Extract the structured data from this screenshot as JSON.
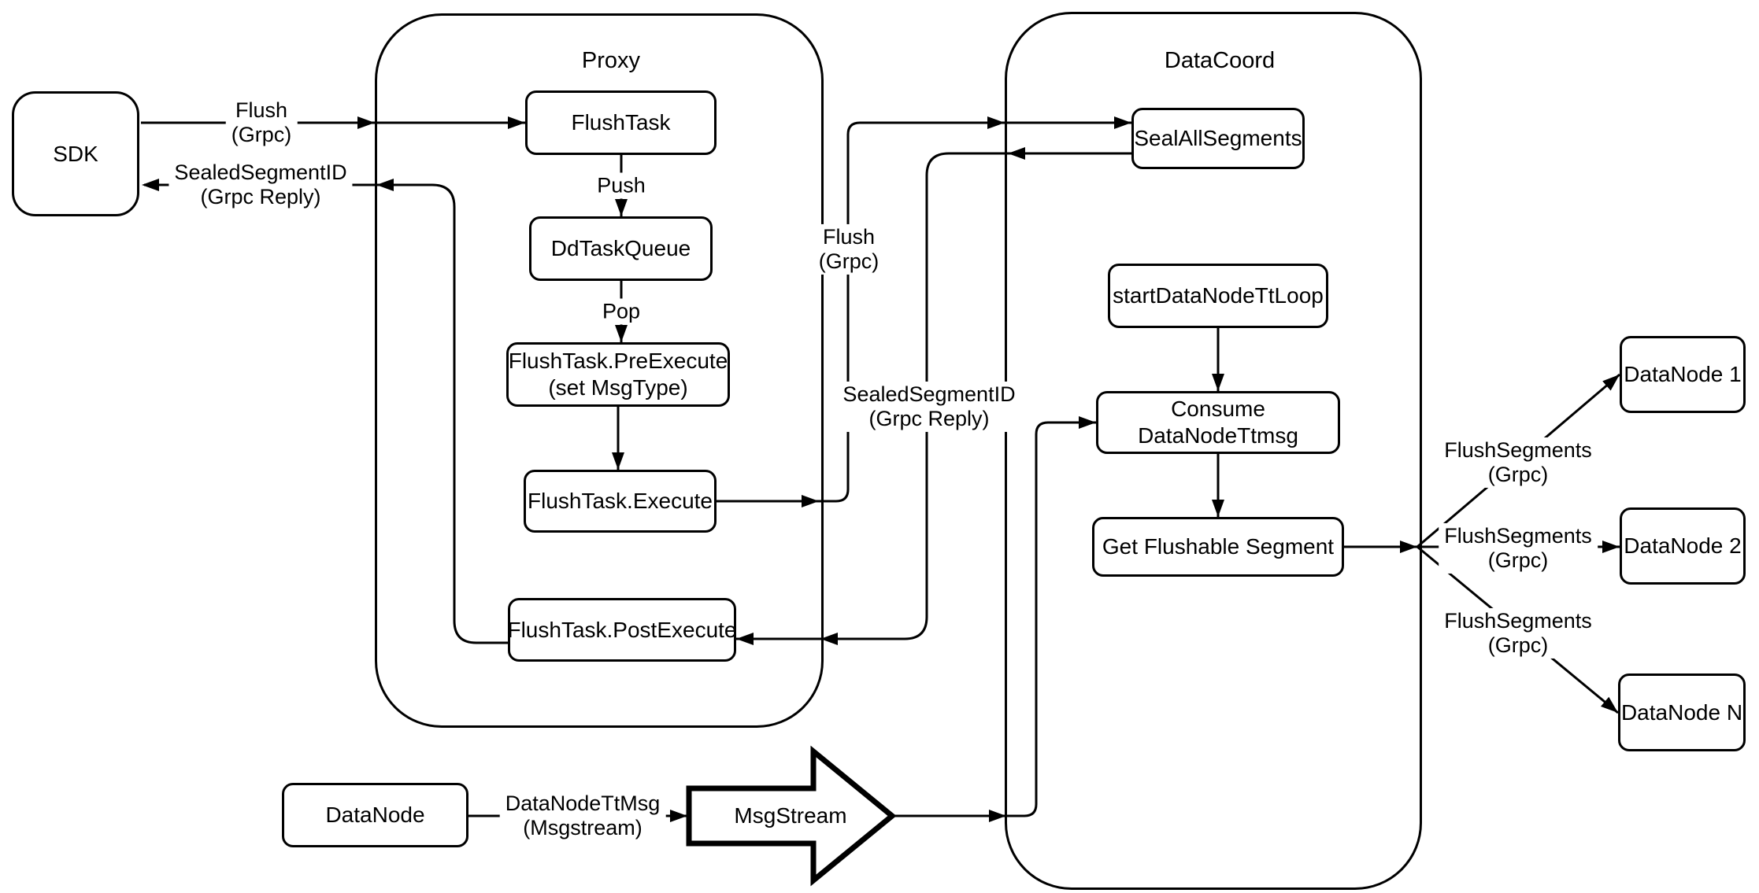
{
  "canvas": {
    "width": "2234",
    "height": "1135"
  },
  "colors": {
    "stroke": "#000000",
    "node_fill": "#ffffff",
    "text": "#000000",
    "background": "#ffffff"
  },
  "containers": {
    "proxy": {
      "title": "Proxy"
    },
    "datacoord": {
      "title": "DataCoord"
    }
  },
  "nodes": {
    "sdk": "SDK",
    "flush_task": "FlushTask",
    "dd_task_queue": "DdTaskQueue",
    "pre_execute": "FlushTask.PreExecute\n(set MsgType)",
    "execute": "FlushTask.Execute",
    "post_execute": "FlushTask.PostExecute",
    "seal_all_segments": "SealAllSegments",
    "start_data_node_tt_loop": "startDataNodeTtLoop",
    "consume_ttmsg": "Consume DataNodeTtmsg",
    "get_flushable": "Get Flushable Segment",
    "datanode_1": "DataNode 1",
    "datanode_2": "DataNode 2",
    "datanode_n": "DataNode N",
    "datanode": "DataNode",
    "msgstream": "MsgStream"
  },
  "edge_labels": {
    "flush_grpc_sdk": "Flush\n(Grpc)",
    "sealed_segment_sdk": "SealedSegmentID\n(Grpc Reply)",
    "push": "Push",
    "pop": "Pop",
    "flush_grpc_coord": "Flush\n(Grpc)",
    "sealed_segment_coord": "SealedSegmentID\n(Grpc Reply)",
    "flush_segments_1": "FlushSegments\n(Grpc)",
    "flush_segments_2": "FlushSegments\n(Grpc)",
    "flush_segments_3": "FlushSegments\n(Grpc)",
    "datanode_tt_msg": "DataNodeTtMsg\n(Msgstream)"
  }
}
